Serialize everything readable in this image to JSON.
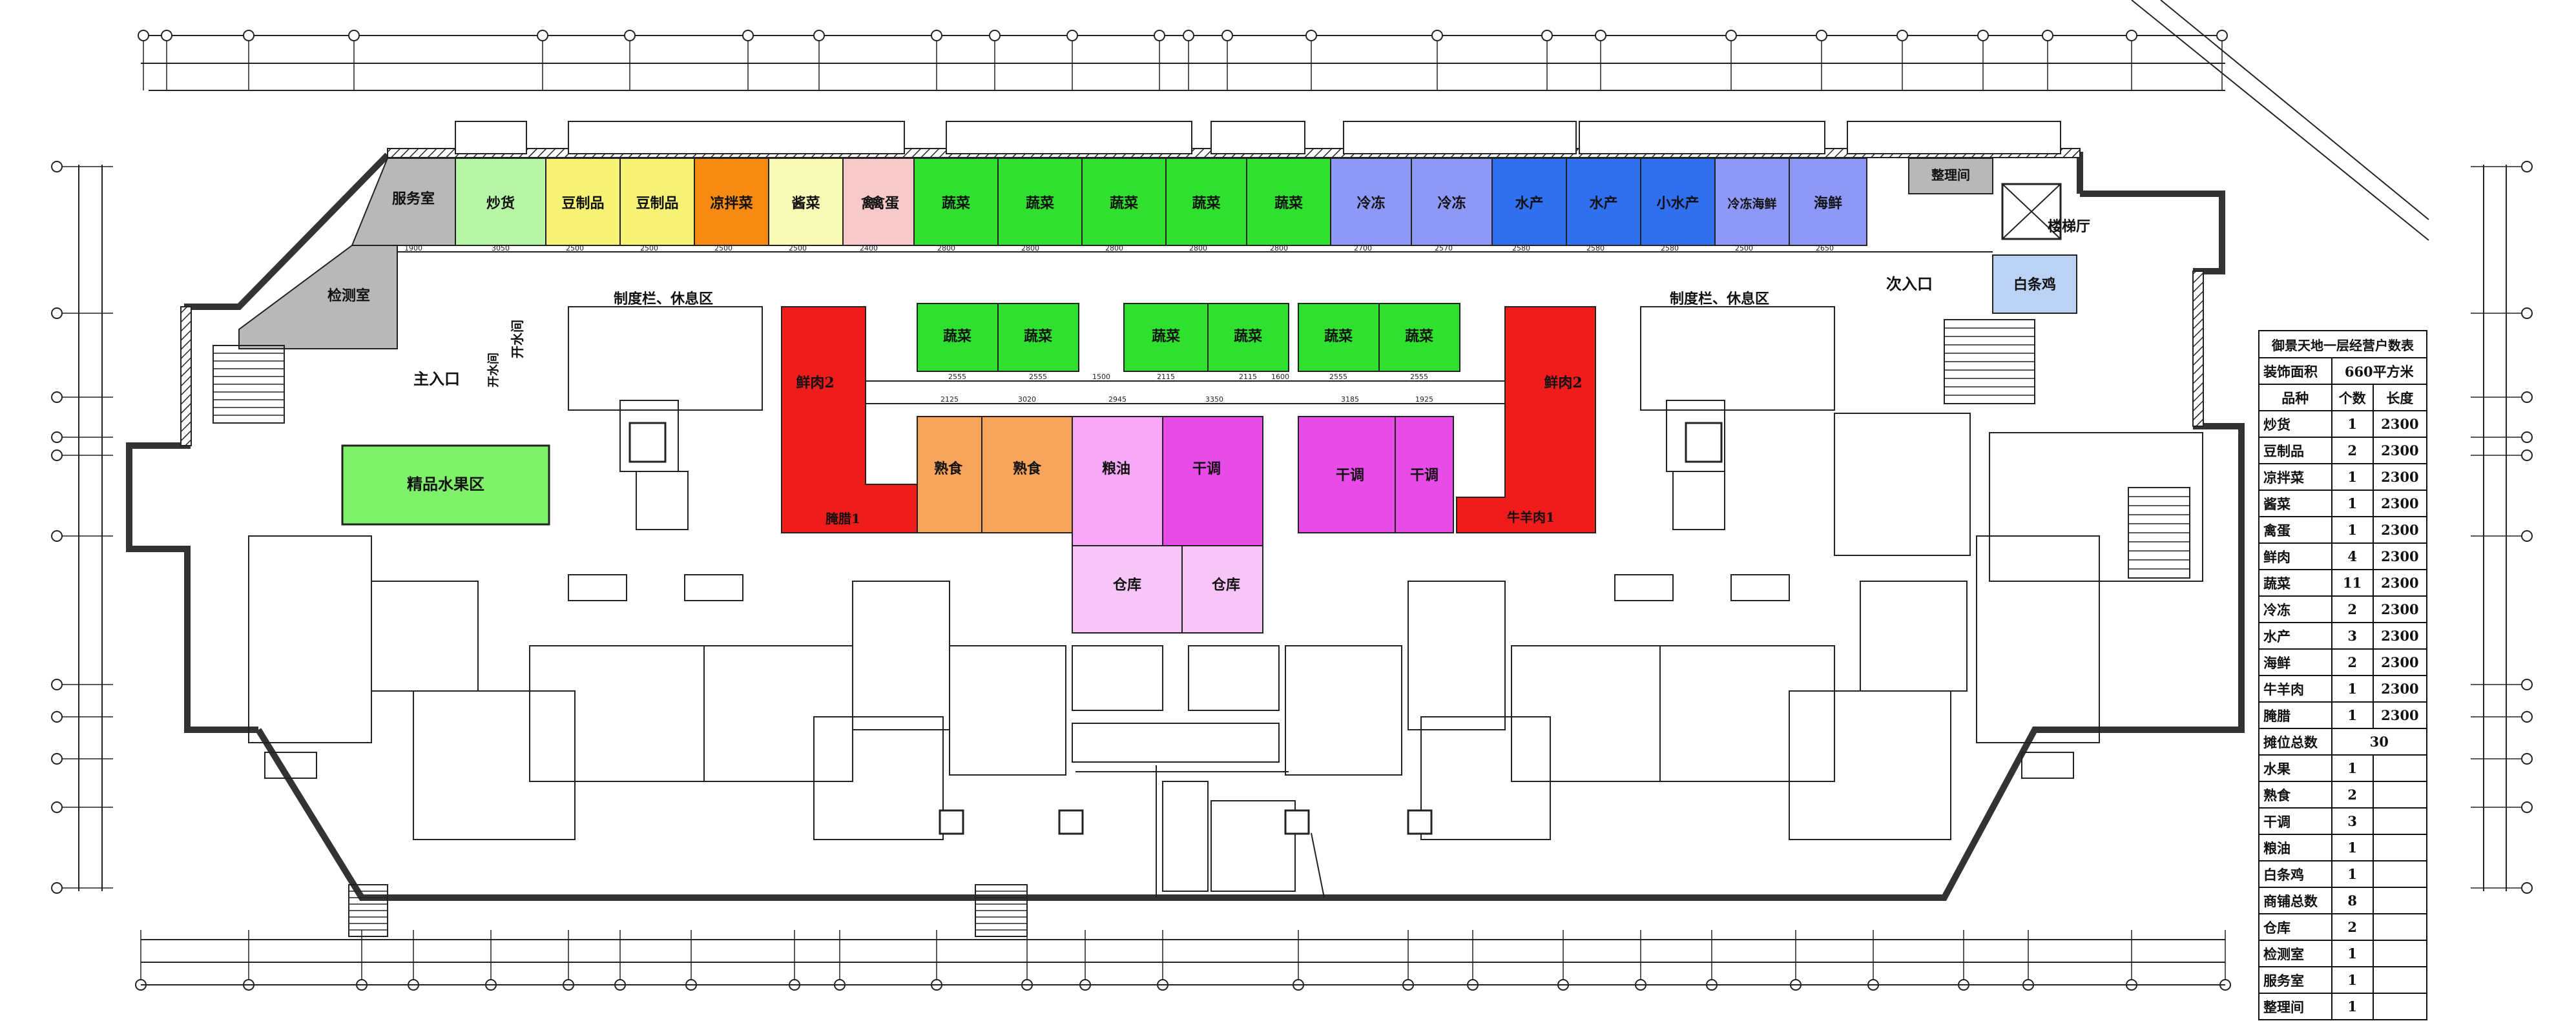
{
  "stalls": {
    "north": [
      {
        "label": "炒货",
        "color": "#b7f5a6"
      },
      {
        "label": "豆制品",
        "color": "#f5f276"
      },
      {
        "label": "豆制品",
        "color": "#f5f276"
      },
      {
        "label": "凉拌菜",
        "color": "#f78a12"
      },
      {
        "label": "酱菜",
        "color": "#fafab8"
      },
      {
        "label": "禽蛋",
        "color": "#f7c9c9"
      },
      {
        "label": "蔬菜",
        "color": "#2fe02f"
      },
      {
        "label": "蔬菜",
        "color": "#2fe02f"
      },
      {
        "label": "蔬菜",
        "color": "#2fe02f"
      },
      {
        "label": "蔬菜",
        "color": "#2fe02f"
      },
      {
        "label": "蔬菜",
        "color": "#2fe02f"
      },
      {
        "label": "冷冻",
        "color": "#8e98f7"
      },
      {
        "label": "冷冻",
        "color": "#8e98f7"
      },
      {
        "label": "水产",
        "color": "#2f6ff0"
      },
      {
        "label": "水产",
        "color": "#2f6ff0"
      },
      {
        "label": "小水产",
        "color": "#2f6ff0"
      },
      {
        "label": "冷冻海鲜",
        "color": "#8e98f7"
      },
      {
        "label": "海鲜",
        "color": "#8e98f7"
      }
    ],
    "north_extra": {
      "first_partial": "禽"
    },
    "service": [
      {
        "label": "服务室",
        "color": "#b8b8b8"
      },
      {
        "label": "检测室",
        "color": "#b8b8b8"
      },
      {
        "label": "整理间",
        "color": "#b8b8b8"
      },
      {
        "label": "白条鸡",
        "color": "#bcd2f5"
      }
    ],
    "middle_green": [
      "蔬菜",
      "蔬菜",
      "蔬菜",
      "蔬菜",
      "蔬菜",
      "蔬菜"
    ],
    "middle": [
      {
        "label": "熟食",
        "color": "#f7a45c"
      },
      {
        "label": "熟食",
        "color": "#f7a45c"
      },
      {
        "label": "粮油",
        "color": "#f7a8f7"
      },
      {
        "label": "干调",
        "color": "#e94be9"
      },
      {
        "label": "干调",
        "color": "#e94be9"
      },
      {
        "label": "干调",
        "color": "#e94be9"
      },
      {
        "label": "仓库",
        "color": "#f8c5f8"
      },
      {
        "label": "仓库",
        "color": "#f8c5f8"
      }
    ],
    "red": [
      {
        "label": "鲜肉2",
        "color": "#f01c1c"
      },
      {
        "label": "腌腊1",
        "color": "#f01c1c"
      },
      {
        "label": "鲜肉2",
        "color": "#f01c1c"
      },
      {
        "label": "牛羊肉1",
        "color": "#f01c1c"
      }
    ],
    "fruit": {
      "label": "精品水果区",
      "color": "#7ef06a"
    }
  },
  "labels": {
    "main_entrance": "主入口",
    "side_entrance": "次入口",
    "rest_left": "制度栏、休息区",
    "rest_right": "制度栏、休息区",
    "stair_hall": "楼梯厅",
    "water_left": "开水间",
    "water_left2": "开水间"
  },
  "north_dims": [
    "1900",
    "3050",
    "2500",
    "2500",
    "2500",
    "2500",
    "2400",
    "2800",
    "2800",
    "2800",
    "2800",
    "2800",
    "2700",
    "2570",
    "2580",
    "2580",
    "2580",
    "2500",
    "2650"
  ],
  "mid_dims": [
    "2555",
    "2555",
    "1500",
    "2115",
    "2115",
    "1600",
    "2555",
    "2555"
  ],
  "mid_dims2": [
    "2125",
    "3020",
    "2945",
    "3350",
    "3185",
    "1925"
  ],
  "legend": {
    "title": "御景天地一层经营户数表",
    "area_label": "装饰面积",
    "area_value": "660平方米",
    "header": [
      "品种",
      "个数",
      "长度"
    ],
    "rows": [
      [
        "炒货",
        "1",
        "2300"
      ],
      [
        "豆制品",
        "2",
        "2300"
      ],
      [
        "凉拌菜",
        "1",
        "2300"
      ],
      [
        "酱菜",
        "1",
        "2300"
      ],
      [
        "禽蛋",
        "1",
        "2300"
      ],
      [
        "鲜肉",
        "4",
        "2300"
      ],
      [
        "蔬菜",
        "11",
        "2300"
      ],
      [
        "冷冻",
        "2",
        "2300"
      ],
      [
        "水产",
        "3",
        "2300"
      ],
      [
        "海鲜",
        "2",
        "2300"
      ],
      [
        "牛羊肉",
        "1",
        "2300"
      ],
      [
        "腌腊",
        "1",
        "2300"
      ]
    ],
    "total_label": "摊位总数",
    "total_value": "30",
    "rows2": [
      [
        "水果",
        "1"
      ],
      [
        "熟食",
        "2"
      ],
      [
        "干调",
        "3"
      ],
      [
        "粮油",
        "1"
      ],
      [
        "白条鸡",
        "1"
      ],
      [
        "商铺总数",
        "8"
      ],
      [
        "仓库",
        "2"
      ],
      [
        "检测室",
        "1"
      ],
      [
        "服务室",
        "1"
      ],
      [
        "整理间",
        "1"
      ]
    ]
  },
  "colors": {
    "line": "#1a1a1a",
    "wall": "#3a3a3a"
  }
}
